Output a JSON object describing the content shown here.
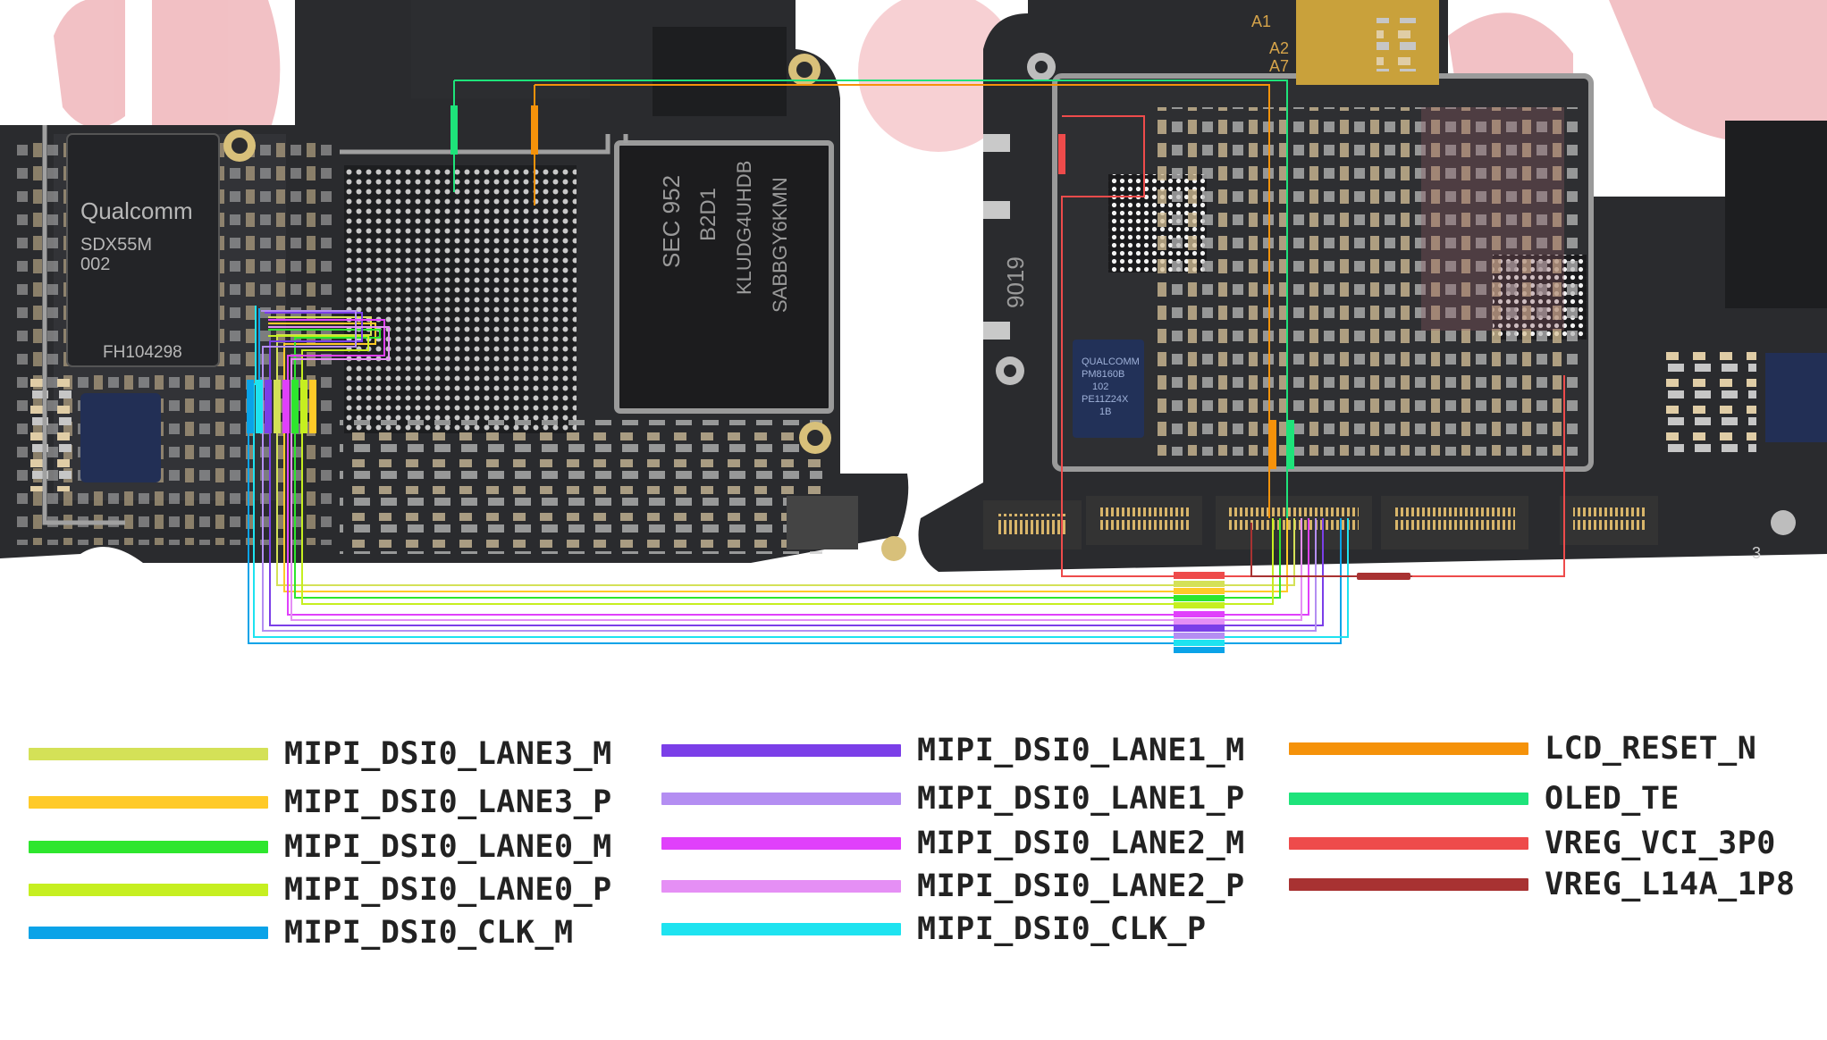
{
  "board": {
    "chip_labels": [
      "Qualcomm",
      "SDX55M",
      "002",
      "FH104298",
      "SEC 952",
      "B2D1",
      "KLUDG4UHDB",
      "SABBGY6KMN",
      "QUALCOMM",
      "PM8160B",
      "102",
      "PE11Z24X",
      "1B",
      "9019",
      "A1",
      "A2",
      "A7",
      "3"
    ]
  },
  "legend": [
    {
      "label": "MIPI_DSI0_LANE3_M",
      "color": "#d4e157"
    },
    {
      "label": "MIPI_DSI0_LANE3_P",
      "color": "#ffca28"
    },
    {
      "label": "MIPI_DSI0_LANE0_M",
      "color": "#2ee62e"
    },
    {
      "label": "MIPI_DSI0_LANE0_P",
      "color": "#c6ef20"
    },
    {
      "label": "MIPI_DSI0_CLK_M",
      "color": "#0aa3e8"
    },
    {
      "label": "MIPI_DSI0_LANE1_M",
      "color": "#7b3fe8"
    },
    {
      "label": "MIPI_DSI0_LANE1_P",
      "color": "#b48ef2"
    },
    {
      "label": "MIPI_DSI0_LANE2_M",
      "color": "#e040fb"
    },
    {
      "label": "MIPI_DSI0_LANE2_P",
      "color": "#e58ff5"
    },
    {
      "label": "MIPI_DSI0_CLK_P",
      "color": "#1ee3f0"
    },
    {
      "label": "LCD_RESET_N",
      "color": "#f5920a"
    },
    {
      "label": "OLED_TE",
      "color": "#1ee37a"
    },
    {
      "label": "VREG_VCI_3P0",
      "color": "#ee4b4b"
    },
    {
      "label": "VREG_L14A_1P8",
      "color": "#a83232"
    }
  ]
}
